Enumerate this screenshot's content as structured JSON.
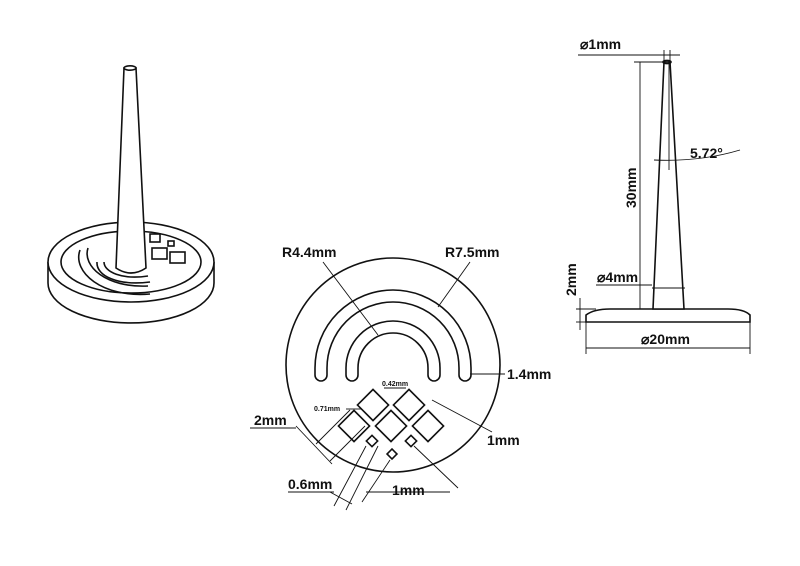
{
  "views": {
    "perspective": "perspective-view",
    "top": "top-view",
    "side": "side-view"
  },
  "top_view": {
    "radius_inner": "R4.4mm",
    "radius_outer": "R7.5mm",
    "groove_width": "1.4mm",
    "square_large": "2mm",
    "square_small": "0.6mm",
    "pitch": "1mm",
    "square_gap_1mm": "1mm",
    "detail_071": "0.71mm",
    "detail_042": "0.42mm"
  },
  "side_view": {
    "tip_diameter": "⌀1mm",
    "angle": "5.72°",
    "height": "30mm",
    "base_diameter": "⌀4mm",
    "base_thickness": "2mm",
    "disc_diameter": "⌀20mm"
  }
}
